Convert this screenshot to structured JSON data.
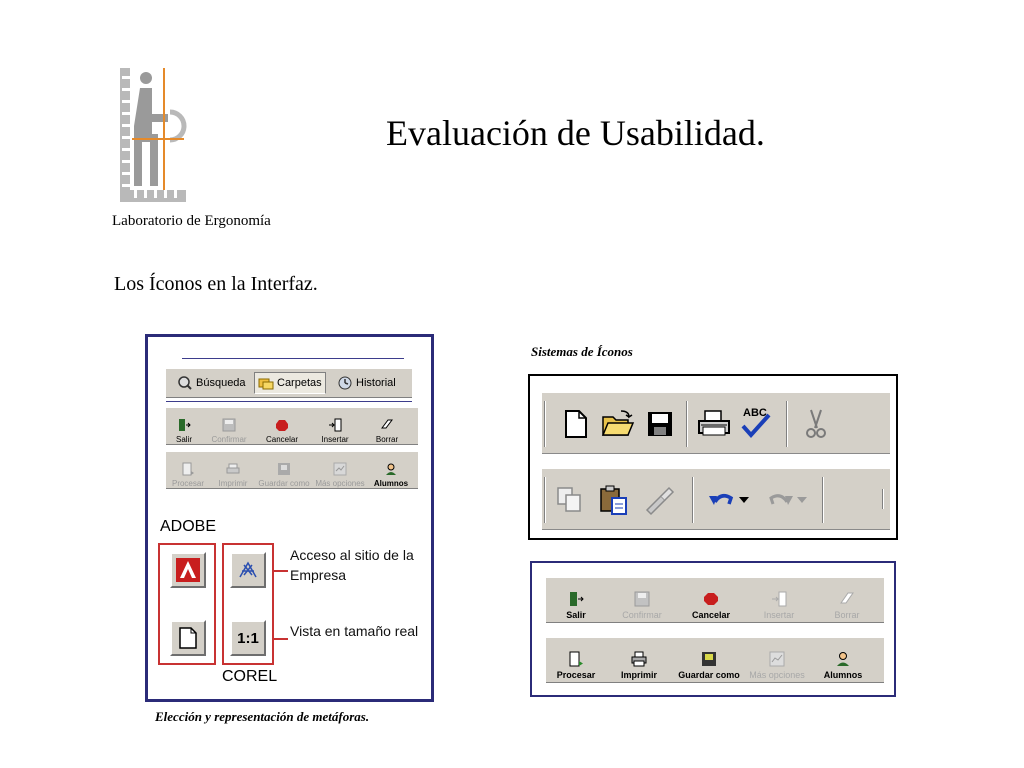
{
  "header": {
    "title": "Evaluación de Usabilidad.",
    "lab_name": "Laboratorio de Ergonomía",
    "subtitle": "Los Íconos en la Interfaz."
  },
  "left_panel": {
    "tabs": [
      {
        "label": "Búsqueda",
        "icon": "search-icon"
      },
      {
        "label": "Carpetas",
        "icon": "folders-icon"
      },
      {
        "label": "Historial",
        "icon": "history-icon"
      }
    ],
    "toolbar_row1": [
      {
        "label": "Salir",
        "icon": "exit-icon",
        "enabled": true
      },
      {
        "label": "Confirmar",
        "icon": "save-icon",
        "enabled": false
      },
      {
        "label": "Cancelar",
        "icon": "stop-icon",
        "enabled": true
      },
      {
        "label": "Insertar",
        "icon": "insert-icon",
        "enabled": true
      },
      {
        "label": "Borrar",
        "icon": "eraser-icon",
        "enabled": true
      }
    ],
    "toolbar_row2": [
      {
        "label": "Procesar",
        "icon": "process-icon",
        "enabled": false
      },
      {
        "label": "Imprimir",
        "icon": "print-icon",
        "enabled": false
      },
      {
        "label": "Guardar como",
        "icon": "save-as-icon",
        "enabled": false
      },
      {
        "label": "Más opciones",
        "icon": "options-icon",
        "enabled": false
      },
      {
        "label": "Alumnos",
        "icon": "students-icon",
        "enabled": true
      }
    ],
    "adobe_label": "ADOBE",
    "corel_label": "COREL",
    "callout_1": "Acceso al sitio de la Empresa",
    "callout_2": "Vista en tamaño real",
    "icon_1to1": "1:1",
    "caption": "Elección y representación de metáforas."
  },
  "right_panel": {
    "caption": "Sistemas de Íconos",
    "row1_icons": [
      "new-document-icon",
      "open-folder-icon",
      "save-icon",
      "print-icon",
      "spellcheck-icon",
      "cut-icon"
    ],
    "row2_icons": [
      "copy-icon",
      "paste-icon",
      "format-painter-icon",
      "undo-icon",
      "redo-icon"
    ],
    "spell_text": "ABC"
  },
  "right_panel_2": {
    "toolbar_row1": [
      {
        "label": "Salir",
        "icon": "exit-icon",
        "enabled": true
      },
      {
        "label": "Confirmar",
        "icon": "save-icon",
        "enabled": false
      },
      {
        "label": "Cancelar",
        "icon": "stop-icon",
        "enabled": true
      },
      {
        "label": "Insertar",
        "icon": "insert-icon",
        "enabled": false
      },
      {
        "label": "Borrar",
        "icon": "eraser-icon",
        "enabled": false
      }
    ],
    "toolbar_row2": [
      {
        "label": "Procesar",
        "icon": "process-icon",
        "enabled": true
      },
      {
        "label": "Imprimir",
        "icon": "print-icon",
        "enabled": true
      },
      {
        "label": "Guardar como",
        "icon": "save-as-icon",
        "enabled": true
      },
      {
        "label": "Más opciones",
        "icon": "options-icon",
        "enabled": false
      },
      {
        "label": "Alumnos",
        "icon": "students-icon",
        "enabled": true
      }
    ]
  },
  "colors": {
    "navy": "#2b2b78",
    "red_highlight": "#c83232",
    "toolbar_gray": "#d4d0c8",
    "logo_orange": "#e58a2a"
  }
}
